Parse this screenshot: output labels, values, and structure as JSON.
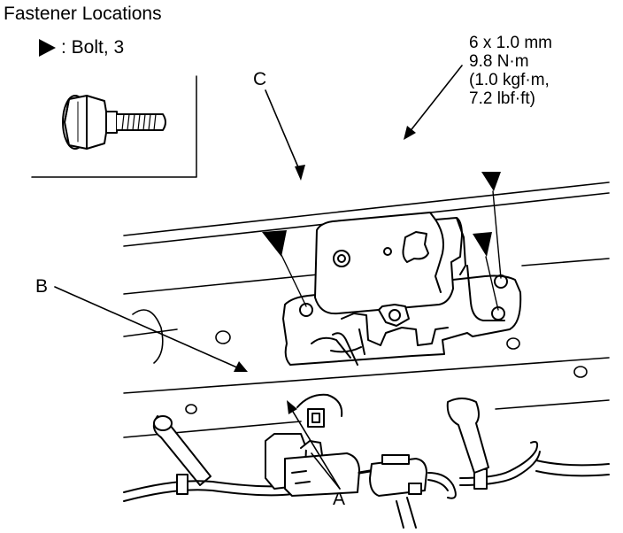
{
  "title": "Fastener Locations",
  "legend": {
    "icon": "bolt-triangle-icon",
    "label": ": Bolt, 3"
  },
  "spec": {
    "line1": "6 x 1.0 mm",
    "line2": "9.8 N·m",
    "line3": "(1.0 kgf·m,",
    "line4": "7.2 lbf·ft)"
  },
  "labels": {
    "a": "A",
    "b": "B",
    "c": "C"
  }
}
